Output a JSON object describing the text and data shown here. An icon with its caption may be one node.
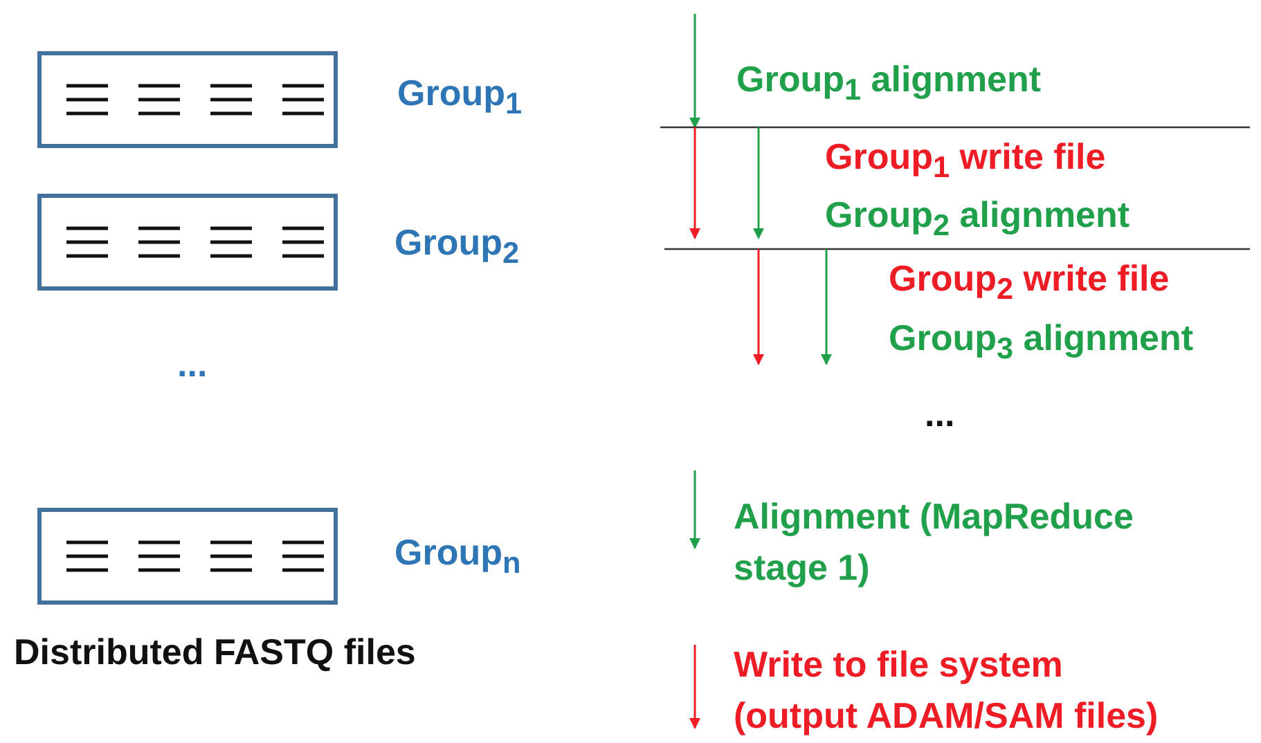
{
  "diagram": {
    "nodes": [
      {
        "text": [],
        "shape": "box",
        "beside": [
          "Group$_{1}$"
        ]
      },
      {
        "text": [],
        "shape": "box",
        "beside": [
          "Group$_{2}$"
        ]
      },
      {
        "text": [],
        "shape": "box",
        "beside": [
          "Group$_{n}$"
        ]
      }
    ],
    "labels": [
      "Group$_{1}$ alignment",
      "Group$_{1}$ write file",
      "Group$_{2}$ alignment",
      "Group$_{2}$ write file",
      "Group$_{3}$ alignment",
      "...",
      "...",
      "Distributed FASTQ files"
    ],
    "legend": [
      {
        "text": "Alignment (MapReduce stage 1)"
      },
      {
        "text": "Write to file system (output ADAM/SAM files)"
      }
    ]
  }
}
